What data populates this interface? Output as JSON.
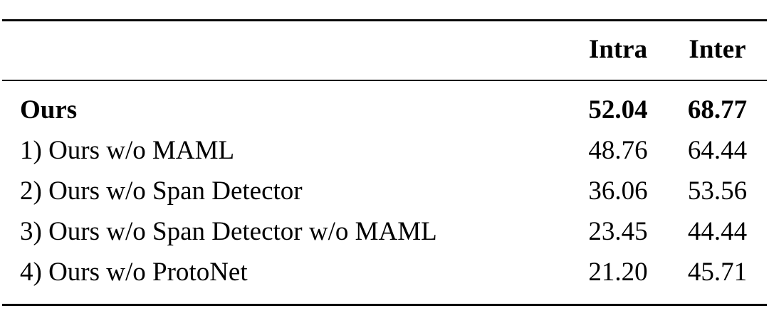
{
  "table": {
    "caption": "",
    "columns": [
      {
        "key": "method",
        "label": "",
        "align": "left"
      },
      {
        "key": "intra",
        "label": "Intra",
        "align": "center"
      },
      {
        "key": "inter",
        "label": "Inter",
        "align": "center"
      }
    ],
    "rows": [
      {
        "method": "Ours",
        "intra": "52.04",
        "inter": "68.77",
        "bold": true
      },
      {
        "method": "1) Ours w/o MAML",
        "intra": "48.76",
        "inter": "64.44",
        "bold": false
      },
      {
        "method": "2) Ours w/o Span Detector",
        "intra": "36.06",
        "inter": "53.56",
        "bold": false
      },
      {
        "method": "3) Ours w/o Span Detector w/o MAML",
        "intra": "23.45",
        "inter": "44.44",
        "bold": false
      },
      {
        "method": "4) Ours w/o ProtoNet",
        "intra": "21.20",
        "inter": "45.71",
        "bold": false
      }
    ]
  },
  "chart_data": {
    "type": "table",
    "title": "",
    "categories": [
      "Ours",
      "1) Ours w/o MAML",
      "2) Ours w/o Span Detector",
      "3) Ours w/o Span Detector w/o MAML",
      "4) Ours w/o ProtoNet"
    ],
    "series": [
      {
        "name": "Intra",
        "values": [
          52.04,
          48.76,
          36.06,
          23.45,
          21.2
        ]
      },
      {
        "name": "Inter",
        "values": [
          68.77,
          64.44,
          53.56,
          44.44,
          45.71
        ]
      }
    ],
    "xlabel": "",
    "ylabel": "",
    "legend": [
      "Intra",
      "Inter"
    ],
    "grid": false,
    "annotations": [
      "Best row (Ours) rendered in bold"
    ]
  },
  "style": {
    "text_color": "#000000",
    "rule_color": "#0a0a0a",
    "background": "#ffffff"
  }
}
